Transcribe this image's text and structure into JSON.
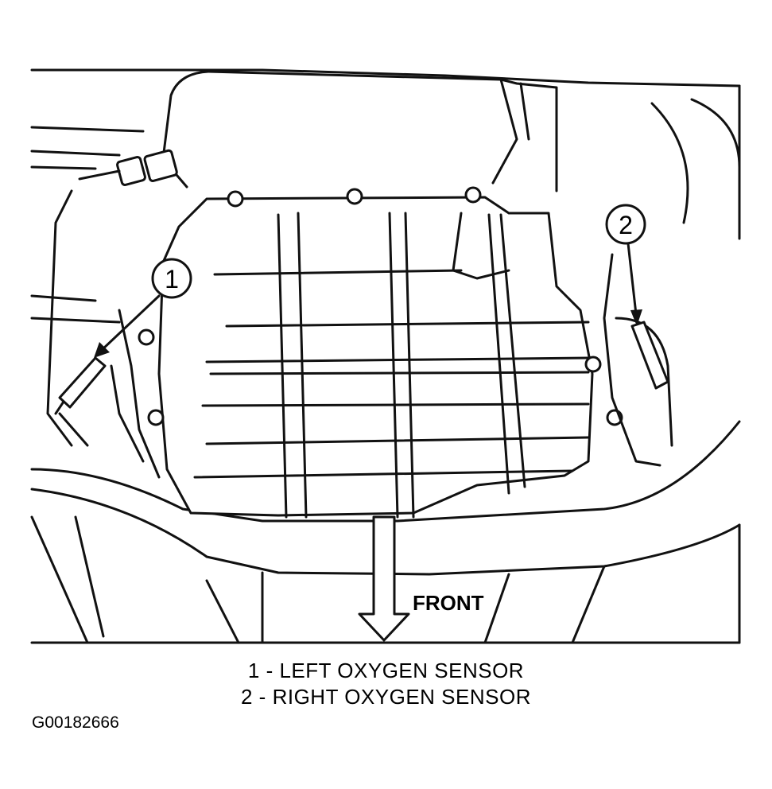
{
  "callouts": [
    {
      "number": "1"
    },
    {
      "number": "2"
    }
  ],
  "direction_label": "FRONT",
  "legend": [
    {
      "text": "1 - LEFT OXYGEN SENSOR"
    },
    {
      "text": "2 - RIGHT OXYGEN SENSOR"
    }
  ],
  "figure_id": "G00182666"
}
